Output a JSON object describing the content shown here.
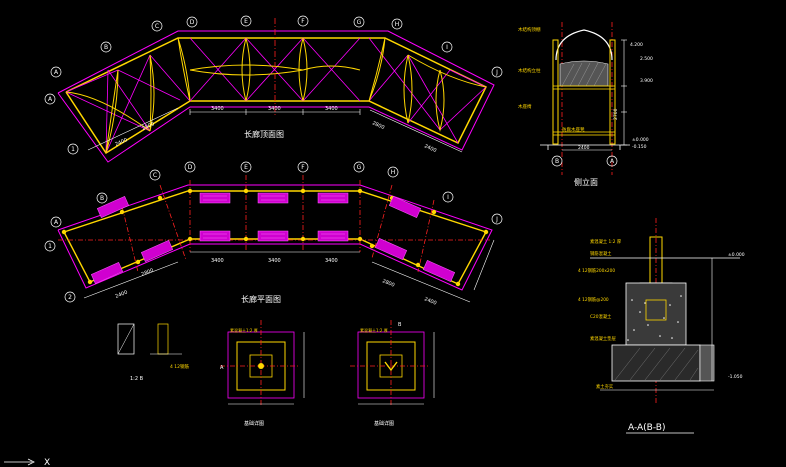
{
  "titles": {
    "roof_plan": "长廊顶面图",
    "floor_plan": "长廊平面图",
    "side_elevation": "侧立面",
    "section": "A-A(B-B)",
    "detail_small": "1:2 B",
    "footing_a": "基础详图",
    "footing_b": "基础详图"
  },
  "grid_labels": {
    "roof": [
      "A",
      "B",
      "C",
      "D",
      "E",
      "F",
      "G",
      "H",
      "I",
      "J"
    ],
    "roof_left": [
      "A",
      "1"
    ],
    "floor": [
      "A",
      "B",
      "C",
      "D",
      "E",
      "F",
      "G",
      "H",
      "I",
      "J"
    ],
    "floor_left": [
      "A",
      "1",
      "2"
    ]
  },
  "dimensions": {
    "roof_bottom": [
      "2400",
      "2800",
      "3400",
      "3400",
      "3400",
      "2800",
      "2400"
    ],
    "floor_bottom": [
      "2400",
      "2800",
      "3400",
      "3400",
      "3400",
      "2800",
      "2400"
    ],
    "elevation_right": [
      "4.200",
      "3.900",
      "2.500",
      "2700",
      "±0.000"
    ],
    "elevation_bottom": [
      "2400",
      "-0.150"
    ],
    "section_levels": [
      "±0.000",
      "-1.050"
    ]
  },
  "notes": {
    "elev_note_1": "木结构顶棚",
    "elev_note_2": "木结构立柱",
    "elev_note_3": "木座椅",
    "elev_note_4": "防腐木座凳",
    "section_note_1": "素混凝土 1:2 厚",
    "section_note_2": "钢筋混凝土",
    "section_note_3": "4 12钢筋200x200",
    "section_note_4": "4 12钢筋@200",
    "section_note_5": "C20混凝土",
    "section_note_6": "素混凝土垫层",
    "section_note_7": "素土夯实",
    "footing_note_a": "素混凝土1:2 厚",
    "footing_note_b": "素混凝土1:2 厚",
    "footing_tag_a": "A",
    "footing_tag_b": "B",
    "detail_note": "4 12钢筋"
  },
  "colors": {
    "background": "#000000",
    "roof_outline": "#ff00ff",
    "structure": "#ffd700",
    "grid": "#ff2020",
    "dim": "#ffffff",
    "accent": "#ffff00"
  },
  "ucs": {
    "x": "X",
    "arrow": "→"
  }
}
